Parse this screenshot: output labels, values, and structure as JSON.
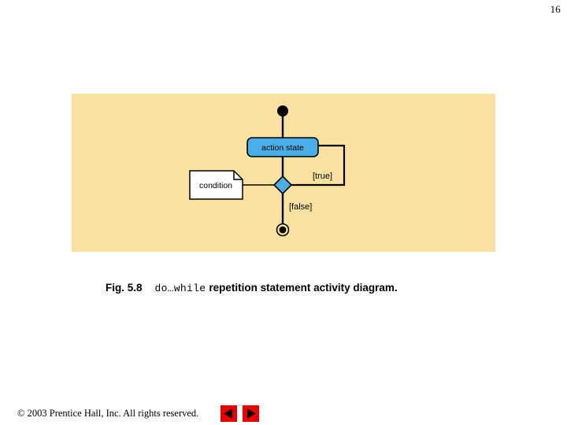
{
  "page": {
    "number": "16",
    "background_color": "#ffffff"
  },
  "diagram": {
    "panel_color": "#fbe2a0",
    "type": "uml-activity-diagram",
    "nodes": {
      "initial_state": {
        "name": "initial-state",
        "shape": "filled-circle"
      },
      "action_state": {
        "label": "action state",
        "shape": "rounded-rectangle",
        "fill_color": "#4aaee8",
        "border_color": "#000000"
      },
      "decision": {
        "name": "decision-diamond",
        "shape": "diamond",
        "fill_color": "#4aaee8",
        "border_color": "#000000"
      },
      "note": {
        "label": "condition",
        "shape": "note-folded-corner",
        "fill_color": "#ffffff",
        "border_color": "#000000"
      },
      "final_state": {
        "name": "final-state",
        "shape": "bullseye-circle"
      }
    },
    "guards": {
      "true_label": "[true]",
      "false_label": "[false]"
    }
  },
  "caption": {
    "figure_number": "Fig. 5.8",
    "code_term": "do…while",
    "description": "repetition statement activity diagram."
  },
  "footer": {
    "copyright": "© 2003 Prentice Hall, Inc.  All rights reserved.",
    "nav": {
      "back_label": "back-triangle-icon",
      "forward_label": "forward-triangle-icon",
      "button_color": "#ee0000"
    }
  }
}
